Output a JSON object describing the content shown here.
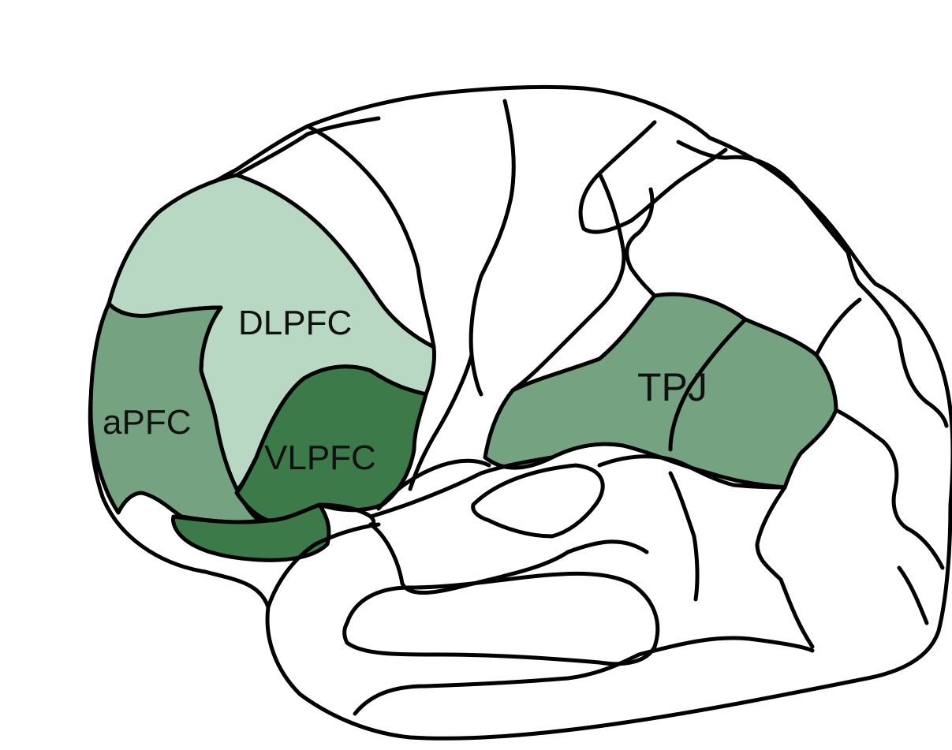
{
  "colors": {
    "background": "#ffffff",
    "outline": "#000000",
    "light_green": "#b8d8c4",
    "medium_green": "#75a382",
    "dark_green": "#3d7a4a",
    "white_region": "#ffffff"
  },
  "labels": {
    "apfc": "aPFC",
    "dlpfc": "DLPFC",
    "vlpfc": "VLPFC",
    "tpj": "TPJ"
  },
  "regions": [
    {
      "name": "aPFC",
      "color_key": "medium_green"
    },
    {
      "name": "DLPFC",
      "color_key": "light_green"
    },
    {
      "name": "VLPFC",
      "color_key": "dark_green"
    },
    {
      "name": "TPJ",
      "color_key": "medium_green"
    }
  ]
}
